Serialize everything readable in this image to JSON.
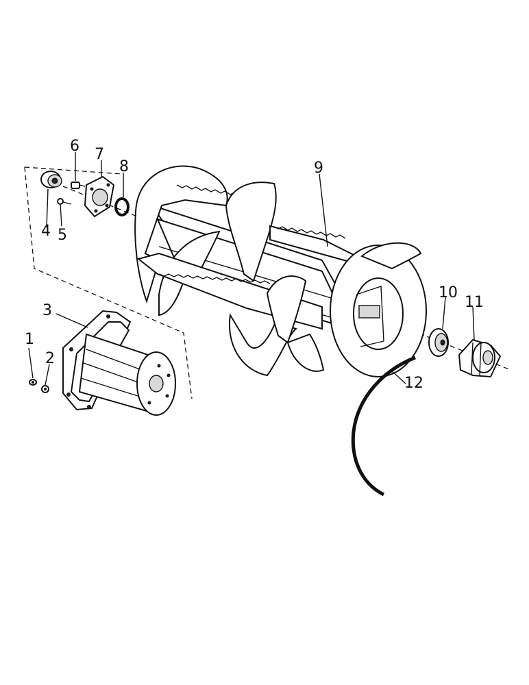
{
  "callouts": [
    {
      "id": "1",
      "label": "1"
    },
    {
      "id": "2",
      "label": "2"
    },
    {
      "id": "3",
      "label": "3"
    },
    {
      "id": "4",
      "label": "4"
    },
    {
      "id": "5",
      "label": "5"
    },
    {
      "id": "6",
      "label": "6"
    },
    {
      "id": "7",
      "label": "7"
    },
    {
      "id": "8",
      "label": "8"
    },
    {
      "id": "9",
      "label": "9"
    },
    {
      "id": "10",
      "label": "10"
    },
    {
      "id": "11",
      "label": "11"
    },
    {
      "id": "12",
      "label": "12"
    }
  ],
  "colors": {
    "ink": "#111111",
    "paper": "#ffffff",
    "shading": "#d8d8d8"
  }
}
